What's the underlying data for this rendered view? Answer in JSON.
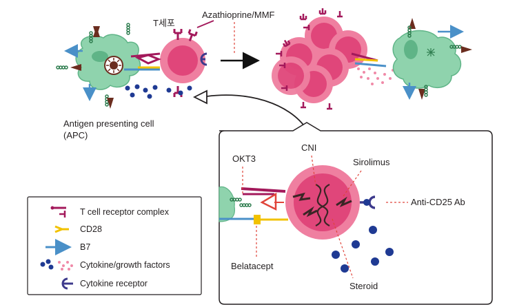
{
  "labels": {
    "t_cell": "T세포",
    "azathioprine": "Azathioprine/MMF",
    "apc": "Antigen presenting cell",
    "apc_abbr": "(APC)",
    "okt3": "OKT3",
    "cni": "CNI",
    "sirolimus": "Sirolimus",
    "anti_cd25": "Anti-CD25 Ab",
    "belatacept": "Belatacept",
    "steroid": "Steroid"
  },
  "legend": {
    "tcr": "T cell receptor complex",
    "cd28": "CD28",
    "b7": "B7",
    "cytokine": "Cytokine/growth factors",
    "cytokine_receptor": "Cytokine receptor"
  },
  "colors": {
    "apc_green": "#8fd3ad",
    "t_cell_pink": "#ef7fa0",
    "t_cell_core": "#e0467a",
    "tcr_magenta": "#a3195b",
    "cd28_yellow": "#f2c200",
    "b7_blue": "#4a90c8",
    "cytokine_navy": "#1f3a93",
    "cytokine_pink": "#f08aa8",
    "receptor_purple": "#3d3a8c",
    "mhc_green": "#2e7d4f",
    "dashed_red": "#e0443a"
  }
}
